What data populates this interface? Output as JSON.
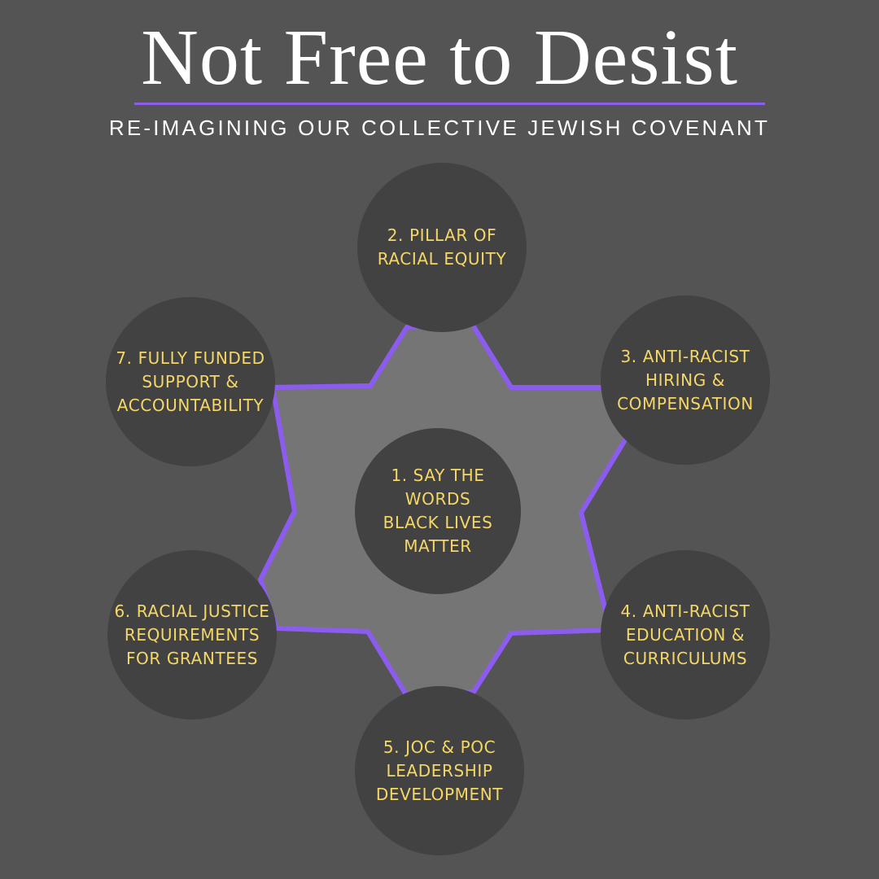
{
  "header": {
    "title": "Not Free to Desist",
    "subtitle": "RE-IMAGINING OUR COLLECTIVE JEWISH COVENANT"
  },
  "colors": {
    "background": "#545454",
    "star_fill": "#757575",
    "star_outline": "#8c5cf0",
    "circle_fill": "#424242",
    "label_text": "#f4d767"
  },
  "pillars": [
    {
      "number": 1,
      "label": "1. SAY THE WORDS BLACK LIVES MATTER"
    },
    {
      "number": 2,
      "label": "2. PILLAR OF RACIAL EQUITY"
    },
    {
      "number": 3,
      "label": "3. ANTI-RACIST HIRING & COMPENSATION"
    },
    {
      "number": 4,
      "label": "4. ANTI-RACIST EDUCATION & CURRICULUMS"
    },
    {
      "number": 5,
      "label": "5. JOC & POC LEADERSHIP DEVELOPMENT"
    },
    {
      "number": 6,
      "label": "6. RACIAL JUSTICE REQUIREMENTS FOR GRANTEES"
    },
    {
      "number": 7,
      "label": "7. FULLY FUNDED SUPPORT & ACCOUNTABILITY"
    }
  ]
}
